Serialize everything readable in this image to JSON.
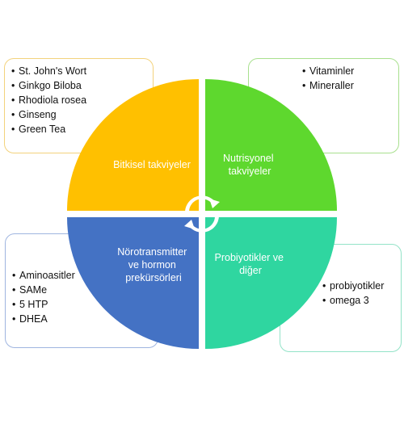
{
  "quadrants": [
    {
      "id": "tl",
      "label_lines": [
        "Bitkisel takviyeler"
      ],
      "color": "#ffc000",
      "items": [
        "St. John's Wort",
        "Ginkgo Biloba",
        "Rhodiola rosea",
        "Ginseng",
        "Green Tea"
      ]
    },
    {
      "id": "tr",
      "label_lines": [
        "Nutrisyonel",
        "takviyeler"
      ],
      "color": "#5ed82e",
      "items": [
        "Vitaminler",
        "Mineraller"
      ]
    },
    {
      "id": "bl",
      "label_lines": [
        "Nörotransmitter",
        "ve hormon",
        "prekürsörleri"
      ],
      "color": "#4472c4",
      "items": [
        "Aminoasitler",
        "SAMe",
        "5 HTP",
        "DHEA"
      ]
    },
    {
      "id": "br",
      "label_lines": [
        "Probiyotikler ve",
        "diğer"
      ],
      "color": "#2fd6a0",
      "items": [
        "probiyotikler",
        "omega 3"
      ]
    }
  ],
  "center_icon": "cycle-arrows-icon"
}
